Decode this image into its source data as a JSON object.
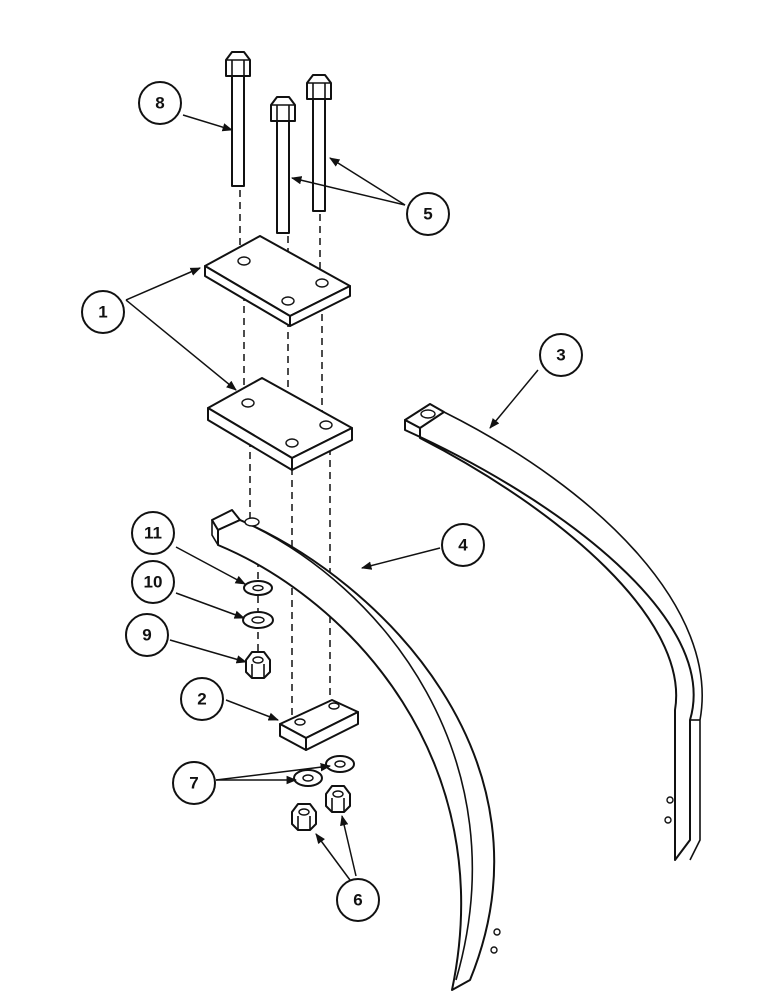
{
  "diagram": {
    "type": "exploded-parts-view",
    "ink_color": "#111111",
    "background": "#ffffff",
    "callouts": [
      {
        "id": "c1",
        "label": "1",
        "part": "clamp-plate"
      },
      {
        "id": "c2",
        "label": "2",
        "part": "lower-clamp-plate"
      },
      {
        "id": "c3",
        "label": "3",
        "part": "shank-straight"
      },
      {
        "id": "c4",
        "label": "4",
        "part": "shank-curved"
      },
      {
        "id": "c5",
        "label": "5",
        "part": "long-bolt"
      },
      {
        "id": "c6",
        "label": "6",
        "part": "hex-nut"
      },
      {
        "id": "c7",
        "label": "7",
        "part": "flat-washer"
      },
      {
        "id": "c8",
        "label": "8",
        "part": "long-bolt"
      },
      {
        "id": "c9",
        "label": "9",
        "part": "hex-nut"
      },
      {
        "id": "c10",
        "label": "10",
        "part": "flat-washer"
      },
      {
        "id": "c11",
        "label": "11",
        "part": "lock-washer"
      }
    ]
  }
}
